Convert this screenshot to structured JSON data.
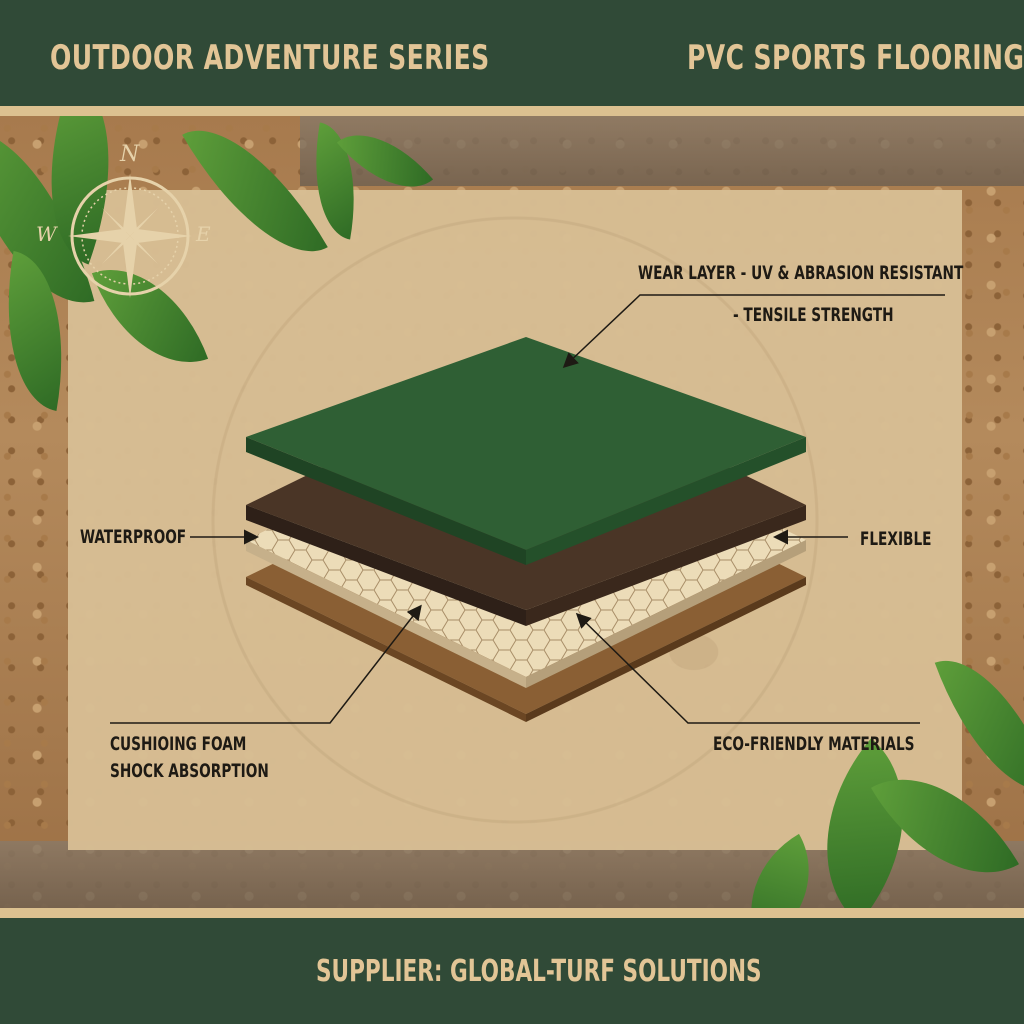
{
  "header": {
    "left_title": "OUTDOOR ADVENTURE SERIES",
    "right_title": "PVC SPORTS FLOORING"
  },
  "compass": {
    "icon": "compass-rose-icon",
    "north": "N",
    "west": "W",
    "east": "E"
  },
  "diagram": {
    "layers": [
      {
        "name": "wear-layer",
        "color": "#2f5f34"
      },
      {
        "name": "brown-layer",
        "color": "#3e2c20"
      },
      {
        "name": "honeycomb-layer",
        "color": "#e9d7b0"
      },
      {
        "name": "base-layer",
        "color": "#8a5f34"
      }
    ],
    "callouts": {
      "wear_layer": "WEAR LAYER - UV & ABRASION RESISTANT",
      "tensile": "- TENSILE STRENGTH",
      "waterproof": "WATERPROOF",
      "flexible": "FLEXIBLE",
      "cushioning_line1": "CUSHIOING FOAM",
      "cushioning_line2": "SHOCK ABSORPTION",
      "eco": "ECO-FRIENDLY MATERIALS"
    }
  },
  "footer": {
    "supplier": "SUPPLIER: GLOBAL-TURF SOLUTIONS"
  },
  "colors": {
    "band_green": "#304a37",
    "accent_tan": "#e2c596",
    "panel": "#d8be94",
    "text_dark": "#1e1a14"
  }
}
